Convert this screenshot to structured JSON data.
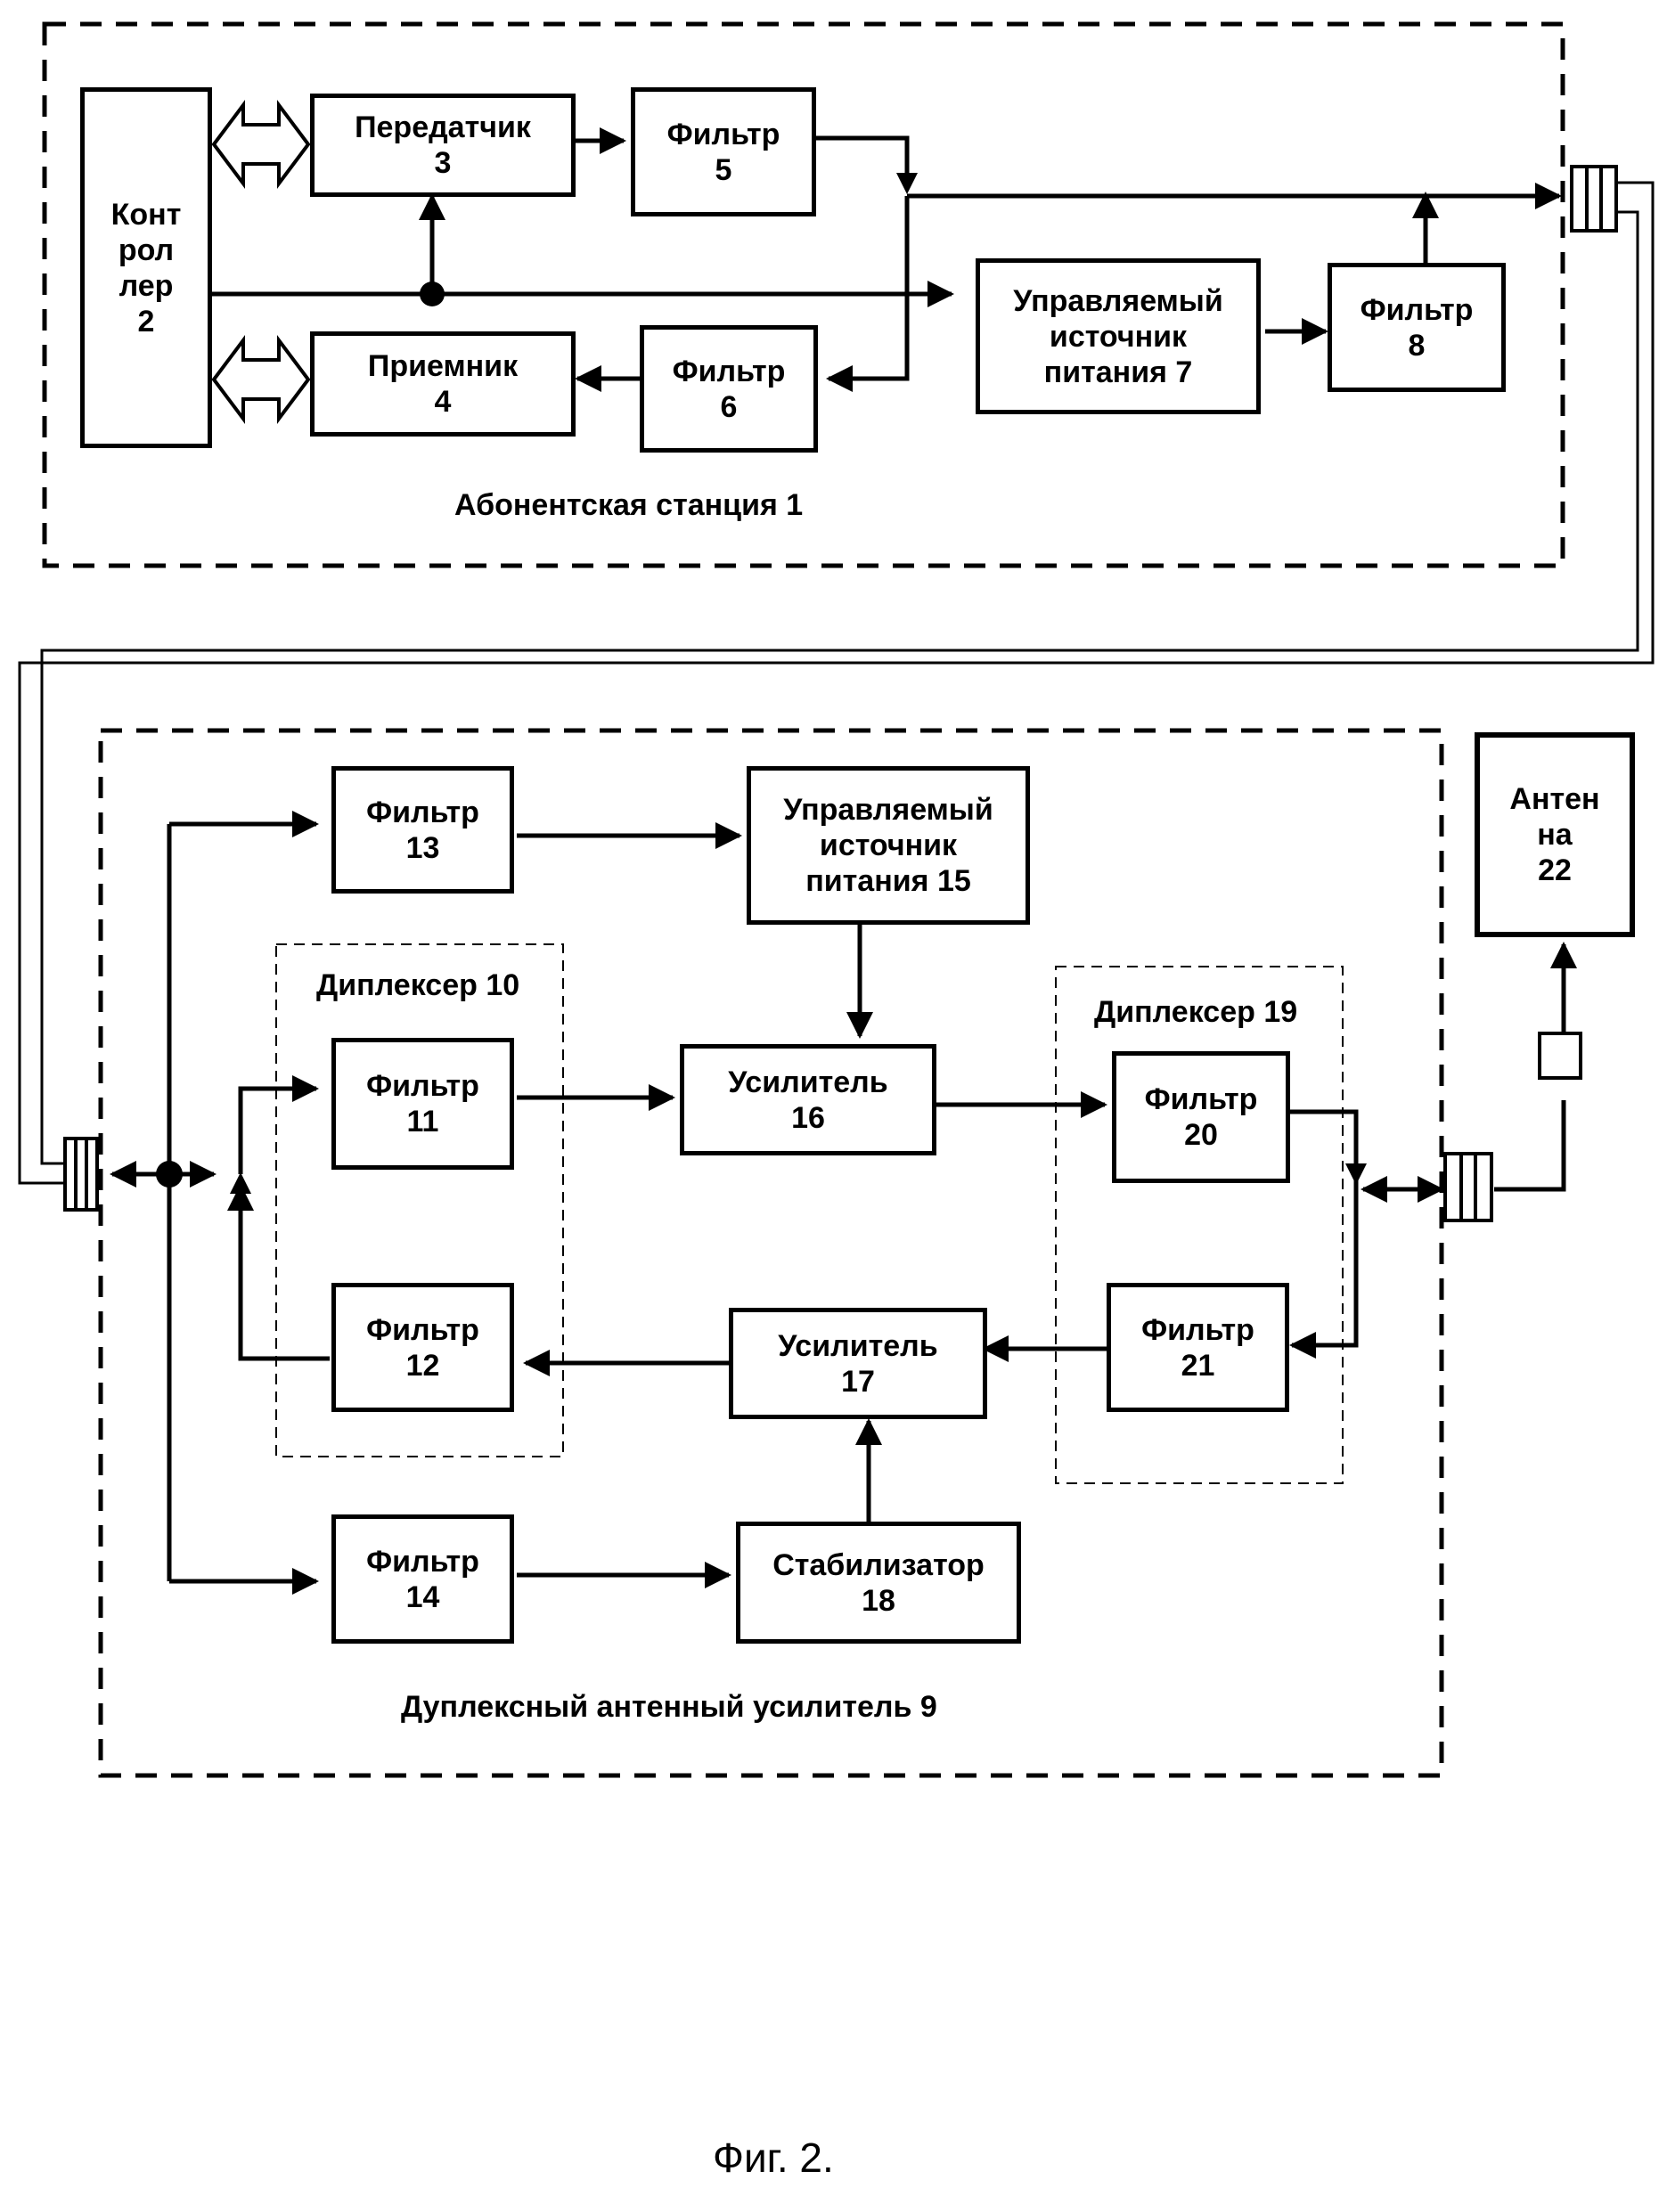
{
  "station": {
    "label": "Абонентская станция 1",
    "controller": [
      "Конт",
      "рол",
      "лер",
      "2"
    ],
    "transmitter": [
      "Передатчик",
      "3"
    ],
    "filter5": [
      "Фильтр",
      "5"
    ],
    "receiver": [
      "Приемник",
      "4"
    ],
    "filter6": [
      "Фильтр",
      "6"
    ],
    "power7": [
      "Управляемый",
      "источник",
      "питания 7"
    ],
    "filter8": [
      "Фильтр",
      "8"
    ]
  },
  "amplifier": {
    "label": "Дуплексный антенный усилитель 9",
    "filter13": [
      "Фильтр",
      "13"
    ],
    "power15": [
      "Управляемый",
      "источник",
      "питания 15"
    ],
    "diplexer10": "Диплексер 10",
    "filter11": [
      "Фильтр",
      "11"
    ],
    "amp16": [
      "Усилитель",
      "16"
    ],
    "diplexer19": "Диплексер 19",
    "filter20": [
      "Фильтр",
      "20"
    ],
    "filter12": [
      "Фильтр",
      "12"
    ],
    "amp17": [
      "Усилитель",
      "17"
    ],
    "filter21": [
      "Фильтр",
      "21"
    ],
    "filter14": [
      "Фильтр",
      "14"
    ],
    "stab18": [
      "Стабилизатор",
      "18"
    ]
  },
  "antenna": [
    "Антен",
    "на",
    "22"
  ],
  "caption": "Фиг. 2."
}
